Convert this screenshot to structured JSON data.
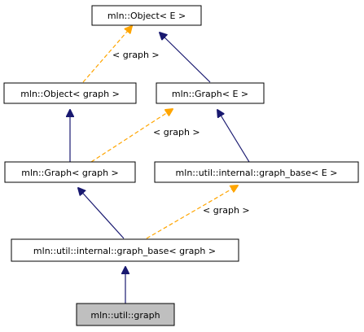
{
  "nodes": {
    "object_e": "mln::Object< E >",
    "object_graph": "mln::Object< graph >",
    "graph_e": "mln::Graph< E >",
    "graph_graph": "mln::Graph< graph >",
    "graph_base_e": "mln::util::internal::graph_base< E >",
    "graph_base_graph": "mln::util::internal::graph_base< graph >",
    "util_graph": "mln::util::graph"
  },
  "edge_labels": {
    "object_template": "< graph >",
    "graph_template": "< graph >",
    "graph_base_template": "< graph >"
  },
  "colors": {
    "inheritance": "#191970",
    "template_instance": "#ffa500",
    "current_node_fill": "#bfbfbf"
  }
}
